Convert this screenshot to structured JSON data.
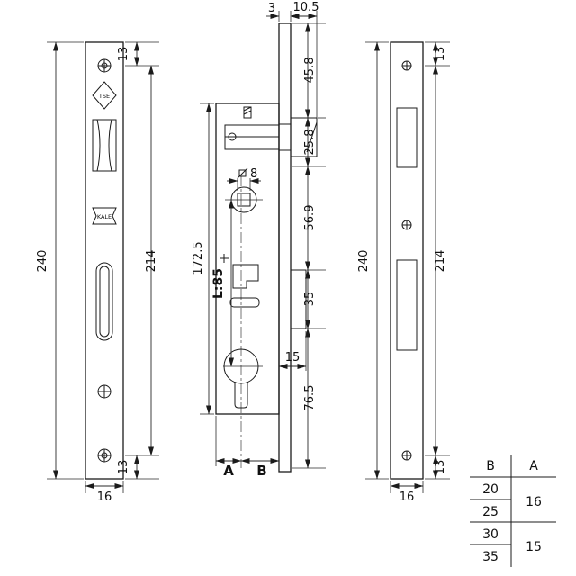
{
  "drawing": {
    "left_view": {
      "tse_logo": "TSE",
      "kale_logo": "KALE",
      "dim_top_offset": "13",
      "dim_total_height": "240",
      "dim_hole_spacing": "214",
      "dim_bottom_offset": "13",
      "dim_width": "16"
    },
    "middle_view": {
      "dim_plate_thickness": "3",
      "dim_latch_projection": "10.5",
      "dim_seg_1": "45.8",
      "dim_seg_2": "25.8",
      "dim_seg_3": "56.9",
      "dim_seg_4": "35",
      "dim_seg_5": "76.5",
      "dim_body_height": "172.5",
      "dim_center_distance": "L:85",
      "dim_spindle_square": "8",
      "dim_bolt_throw": "15",
      "label_a": "A",
      "label_b": "B"
    },
    "right_view": {
      "dim_top_offset": "13",
      "dim_total_height": "240",
      "dim_hole_spacing": "214",
      "dim_bottom_offset": "13",
      "dim_width": "16"
    },
    "table": {
      "col_b_header": "B",
      "col_a_header": "A",
      "b_values": [
        "20",
        "25",
        "30",
        "35"
      ],
      "a_values": [
        "16",
        "15"
      ]
    }
  }
}
